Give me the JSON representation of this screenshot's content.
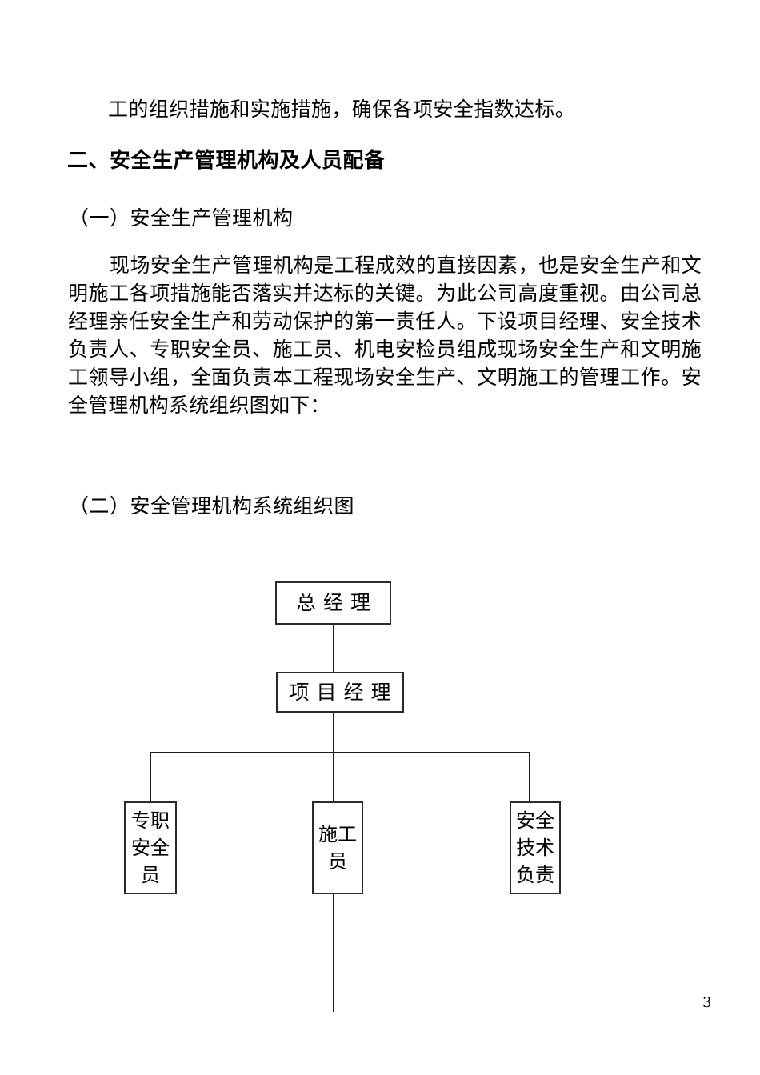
{
  "document": {
    "page_number": "3",
    "continued_line": "工的组织措施和实施措施，确保各项安全指数达标。",
    "section_heading": "二、安全生产管理机构及人员配备",
    "subsection_1_heading": "（一）安全生产管理机构",
    "body_paragraph": "现场安全生产管理机构是工程成效的直接因素，也是安全生产和文明施工各项措施能否落实并达标的关键。为此公司高度重视。由公司总经理亲任安全生产和劳动保护的第一责任人。下设项目经理、安全技术负责人、专职安全员、施工员、机电安检员组成现场安全生产和文明施工领导小组，全面负责本工程现场安全生产、文明施工的管理工作。安全管理机构系统组织图如下：",
    "subsection_2_heading": "（二）安全管理机构系统组织图"
  },
  "org_chart": {
    "nodes": {
      "general_manager": "总经理",
      "project_manager": "项目经理",
      "safety_officer": "专职安全员",
      "site_engineer": "施工员",
      "safety_technician": "安全技术负责"
    }
  }
}
